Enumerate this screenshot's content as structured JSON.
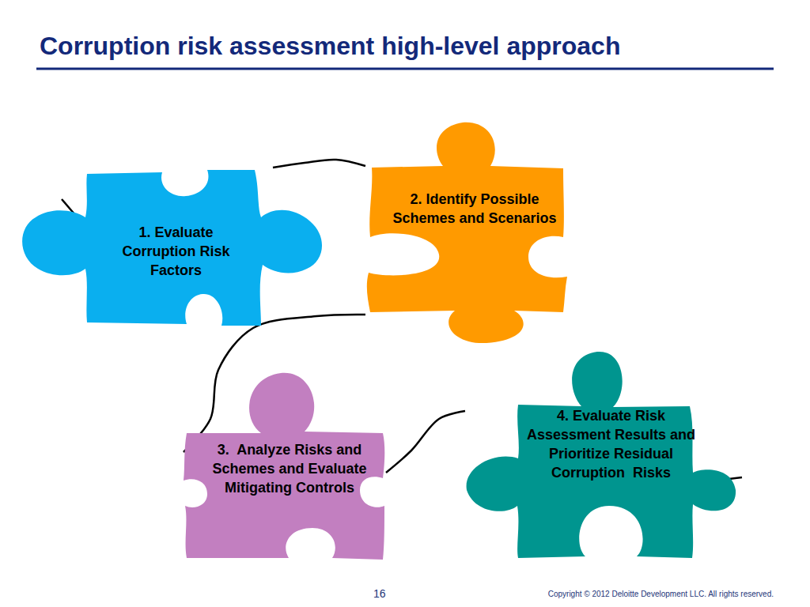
{
  "diagram": {
    "title": "Corruption risk assessment high-level approach",
    "nodes": [
      {
        "text": [
          "1. Evaluate Corruption Risk Factors"
        ]
      },
      {
        "text": [
          "2. Identify Possible Schemes and Scenarios"
        ]
      },
      {
        "text": [
          "3.  Analyze Risks and Schemes and Evaluate Mitigating Controls"
        ]
      },
      {
        "text": [
          "4. Evaluate Risk Assessment Results and Prioritize Residual Corruption  Risks"
        ]
      }
    ],
    "edges": [
      {
        "from": 0,
        "to": 1,
        "arrow": "none"
      },
      {
        "from": 1,
        "to": 2,
        "arrow": "none"
      },
      {
        "from": 2,
        "to": 3,
        "arrow": "none"
      }
    ],
    "labels": [
      "16",
      "Copyright © 2012 Deloitte Development LLC. All rights reserved."
    ]
  }
}
